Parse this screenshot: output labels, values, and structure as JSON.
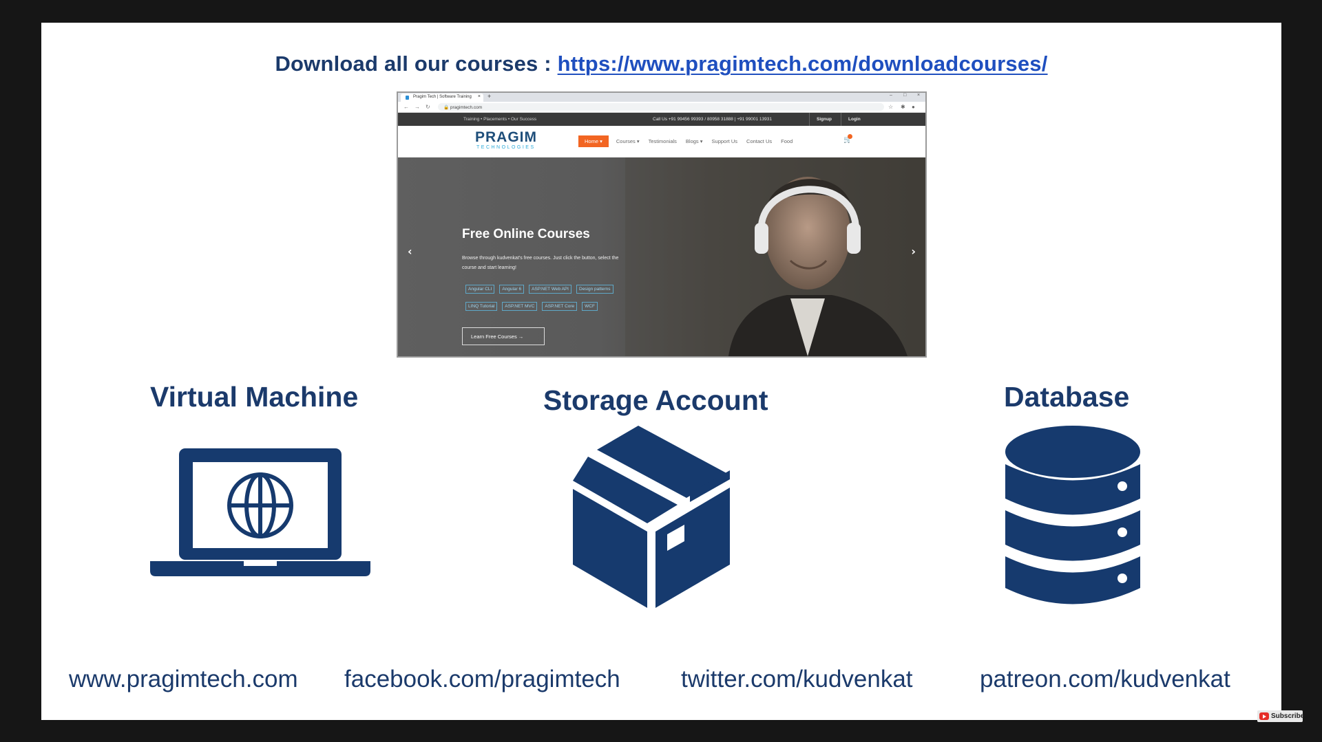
{
  "header": {
    "prefix": "Download all our courses : ",
    "link": "https://www.pragimtech.com/downloadcourses/"
  },
  "browser": {
    "tab_title": "Pragim Tech | Software Training",
    "tab_close": "×",
    "new_tab": "+",
    "url": "pragimtech.com",
    "topbar": {
      "crumbs": "Training • Placements • Our Success",
      "phone": "Call Us +91 99456 99393 / 80958 31888  |  +91 99001 13931",
      "signup": "Signup",
      "login": "Login"
    },
    "logo_main": "PRAGIM",
    "logo_sub": "TECHNOLOGIES",
    "menu": [
      "Home ▾",
      "Courses ▾",
      "Testimonials",
      "Blogs ▾",
      "Support Us",
      "Contact Us",
      "Food"
    ],
    "hero": {
      "title": "Free Online Courses",
      "description": "Browse through kudvenkat's free courses. Just click the button, select the course and start learning!",
      "tags": [
        "Angular CLI",
        "Angular 6",
        "ASP.NET Web API",
        "Design patterns",
        "LINQ Tutorial",
        "ASP.NET MVC",
        "ASP.NET Core",
        "WCF"
      ],
      "button": "Learn Free Courses  →",
      "prev": "‹",
      "next": "›"
    }
  },
  "resources": {
    "vm": "Virtual Machine",
    "storage": "Storage Account",
    "database": "Database"
  },
  "icons": {
    "vm": "laptop-globe-icon",
    "storage": "box-icon",
    "database": "database-icon"
  },
  "footer": [
    "www.pragimtech.com",
    "facebook.com/pragimtech",
    "twitter.com/kudvenkat",
    "patreon.com/kudvenkat"
  ],
  "watermark": "Subscribe",
  "colors": {
    "navy": "#1b3a6b",
    "icon_navy": "#163a6e",
    "link_blue": "#1f4fbf",
    "brand_orange": "#f26522"
  }
}
